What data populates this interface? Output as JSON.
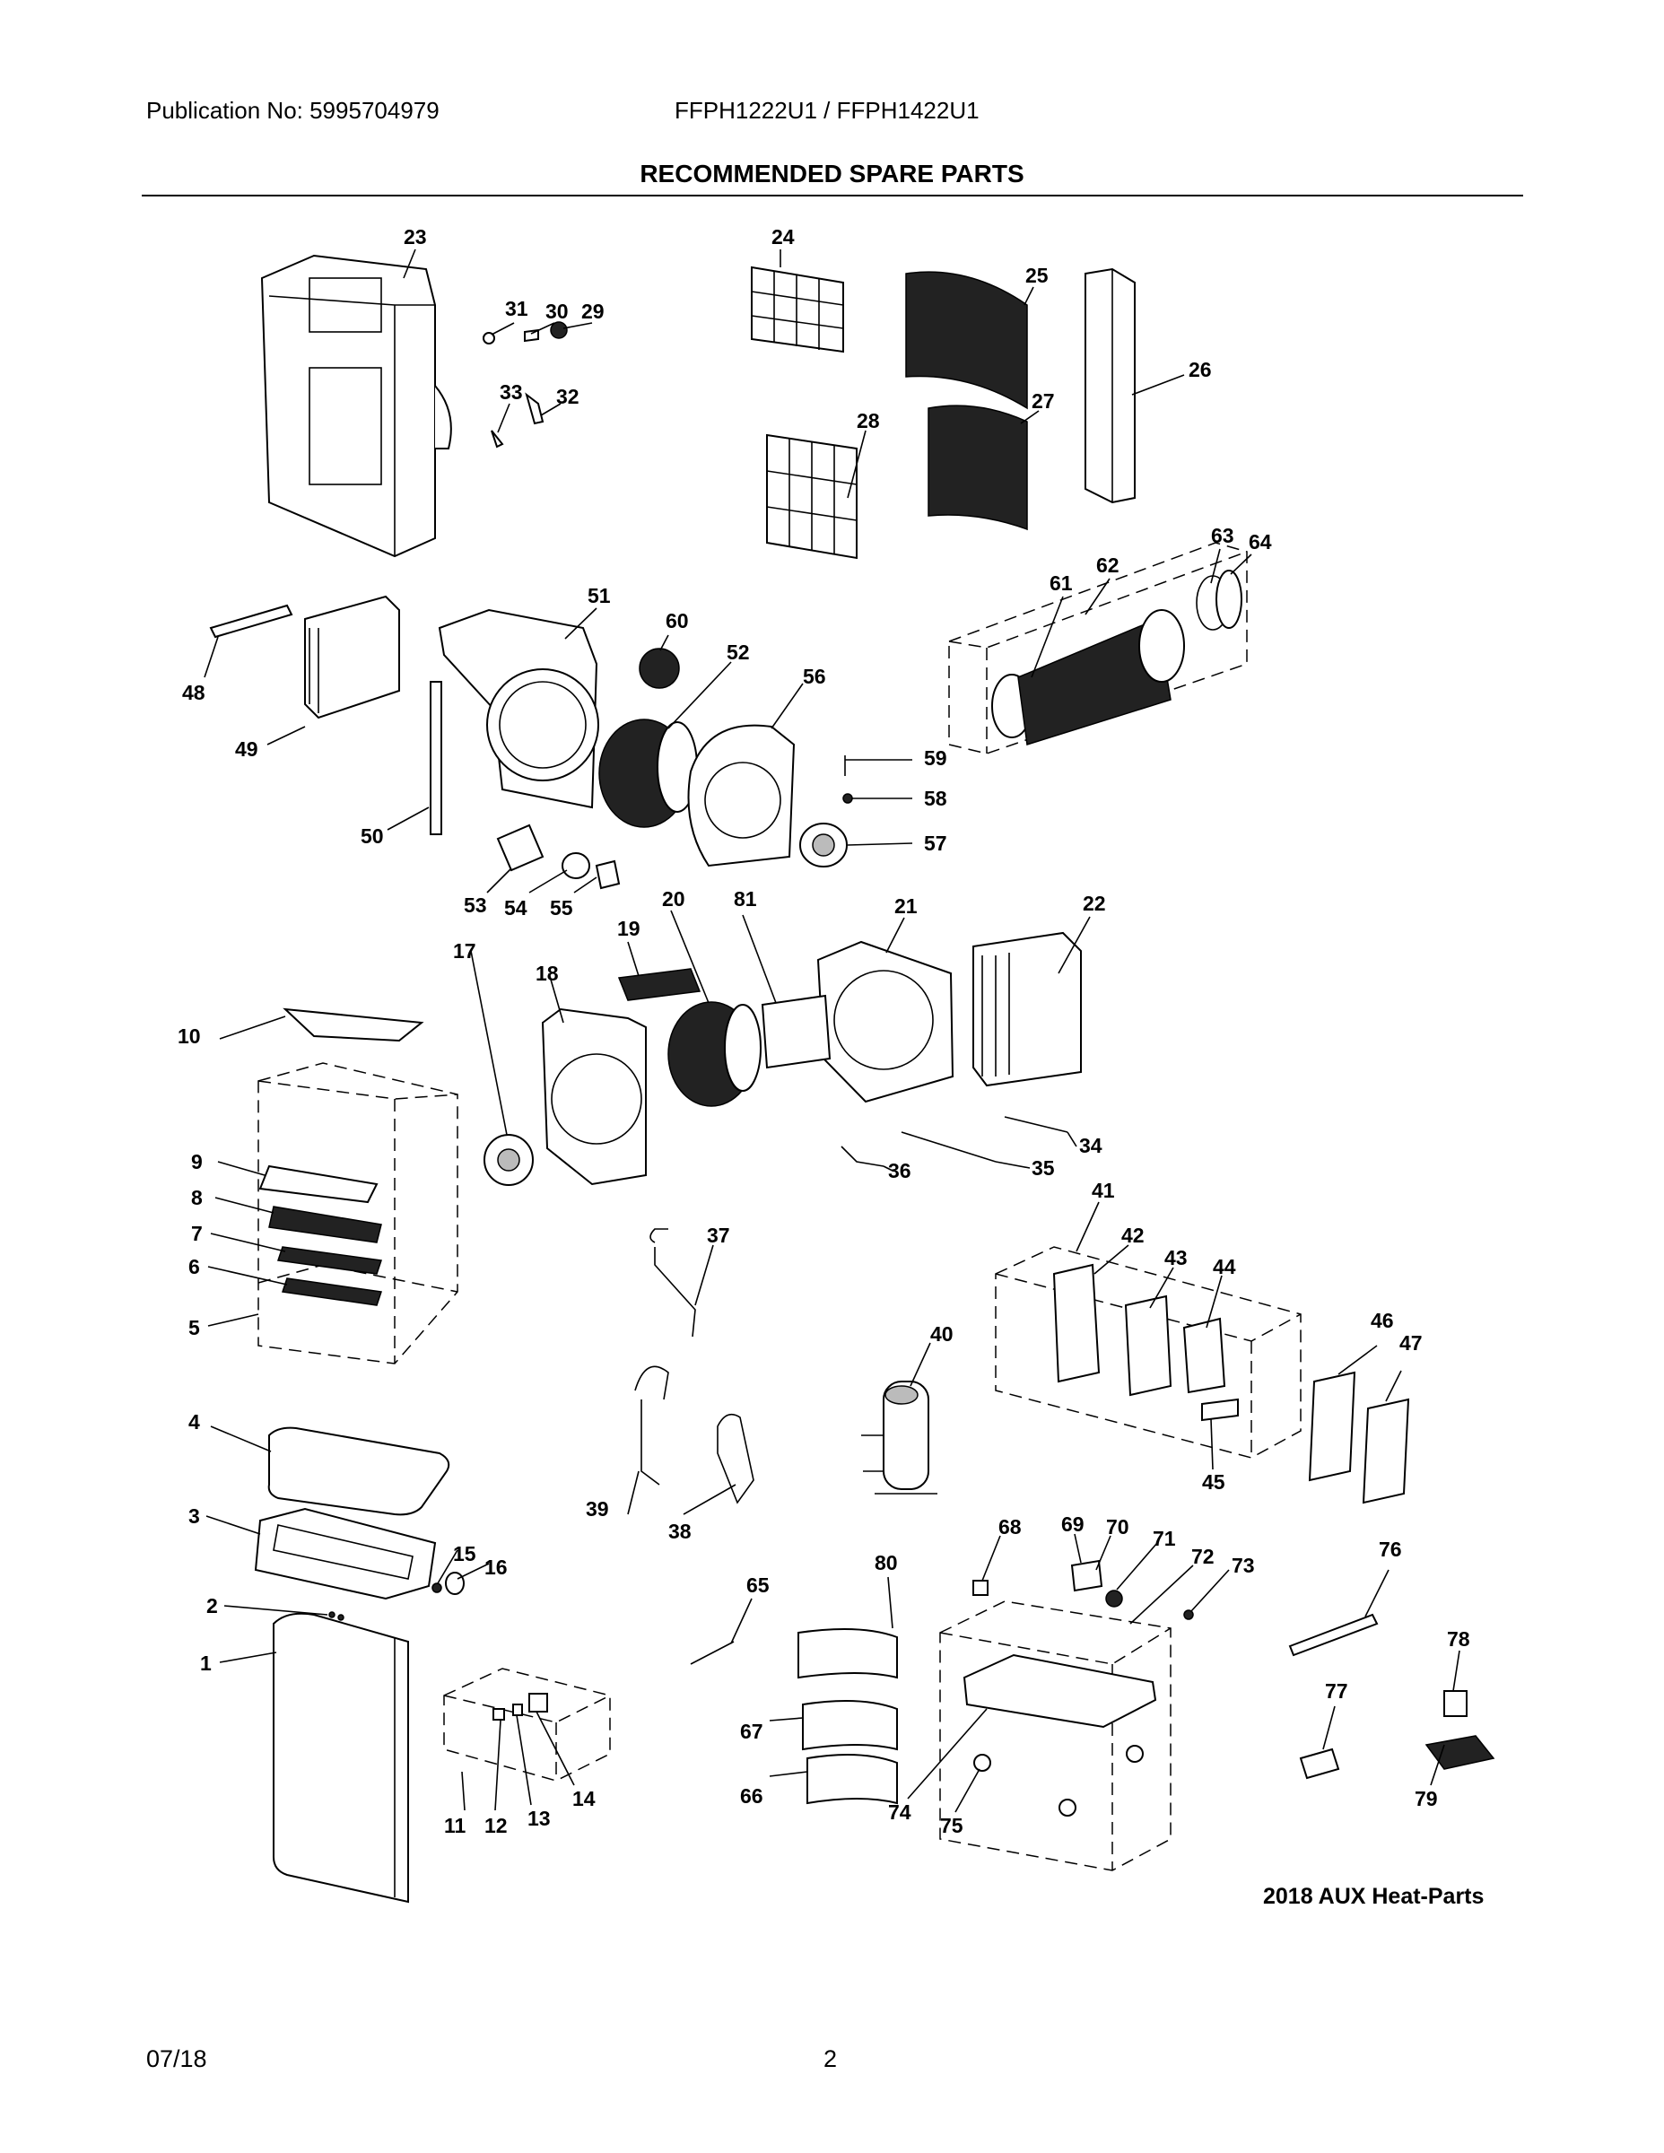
{
  "header": {
    "publication": "Publication No: 5995704979",
    "model": "FFPH1222U1 / FFPH1422U1",
    "title": "RECOMMENDED SPARE PARTS"
  },
  "diagram": {
    "callouts": [
      {
        "label": "1"
      },
      {
        "label": "2"
      },
      {
        "label": "3"
      },
      {
        "label": "4"
      },
      {
        "label": "5"
      },
      {
        "label": "6"
      },
      {
        "label": "7"
      },
      {
        "label": "8"
      },
      {
        "label": "9"
      },
      {
        "label": "10"
      },
      {
        "label": "11"
      },
      {
        "label": "12"
      },
      {
        "label": "13"
      },
      {
        "label": "14"
      },
      {
        "label": "15"
      },
      {
        "label": "16"
      },
      {
        "label": "17"
      },
      {
        "label": "18"
      },
      {
        "label": "19"
      },
      {
        "label": "20"
      },
      {
        "label": "21"
      },
      {
        "label": "22"
      },
      {
        "label": "23"
      },
      {
        "label": "24"
      },
      {
        "label": "25"
      },
      {
        "label": "26"
      },
      {
        "label": "27"
      },
      {
        "label": "28"
      },
      {
        "label": "29"
      },
      {
        "label": "30"
      },
      {
        "label": "31"
      },
      {
        "label": "32"
      },
      {
        "label": "33"
      },
      {
        "label": "34"
      },
      {
        "label": "35"
      },
      {
        "label": "36"
      },
      {
        "label": "37"
      },
      {
        "label": "38"
      },
      {
        "label": "39"
      },
      {
        "label": "40"
      },
      {
        "label": "41"
      },
      {
        "label": "42"
      },
      {
        "label": "43"
      },
      {
        "label": "44"
      },
      {
        "label": "45"
      },
      {
        "label": "46"
      },
      {
        "label": "47"
      },
      {
        "label": "48"
      },
      {
        "label": "49"
      },
      {
        "label": "50"
      },
      {
        "label": "51"
      },
      {
        "label": "52"
      },
      {
        "label": "53"
      },
      {
        "label": "54"
      },
      {
        "label": "55"
      },
      {
        "label": "56"
      },
      {
        "label": "57"
      },
      {
        "label": "58"
      },
      {
        "label": "59"
      },
      {
        "label": "60"
      },
      {
        "label": "61"
      },
      {
        "label": "62"
      },
      {
        "label": "63"
      },
      {
        "label": "64"
      },
      {
        "label": "65"
      },
      {
        "label": "66"
      },
      {
        "label": "67"
      },
      {
        "label": "68"
      },
      {
        "label": "69"
      },
      {
        "label": "70"
      },
      {
        "label": "71"
      },
      {
        "label": "72"
      },
      {
        "label": "73"
      },
      {
        "label": "74"
      },
      {
        "label": "75"
      },
      {
        "label": "76"
      },
      {
        "label": "77"
      },
      {
        "label": "78"
      },
      {
        "label": "79"
      },
      {
        "label": "80"
      },
      {
        "label": "81"
      }
    ],
    "footnote": "2018 AUX Heat-Parts"
  },
  "footer": {
    "date": "07/18",
    "page": "2"
  }
}
